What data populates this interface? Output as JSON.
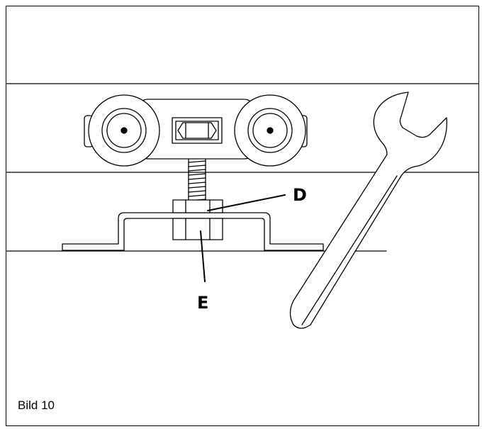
{
  "figure": {
    "caption": "Bild 10",
    "callouts": {
      "d": "D",
      "e": "E"
    }
  },
  "colors": {
    "line": "#000000",
    "background": "#ffffff"
  }
}
